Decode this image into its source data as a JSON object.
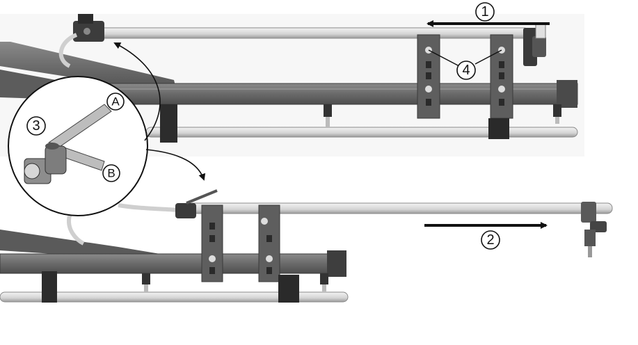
{
  "callouts": {
    "c1": "1",
    "c2": "2",
    "c3": "3",
    "c4": "4",
    "cA": "A",
    "cB": "B"
  },
  "colors": {
    "frame": "#6f6f6f",
    "frame_dark": "#4a4a4a",
    "pipe": "#dcdcdc",
    "pipe_edge": "#8a8a8a",
    "ink": "#111111"
  }
}
